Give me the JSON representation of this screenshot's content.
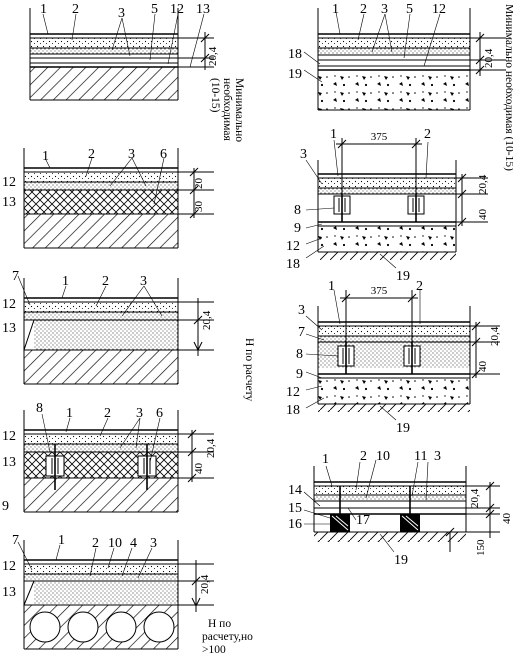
{
  "callouts": {
    "n1": "1",
    "n2": "2",
    "n3": "3",
    "n4": "4",
    "n5": "5",
    "n6": "6",
    "n7": "7",
    "n8": "8",
    "n9": "9",
    "n10": "10",
    "n11": "11",
    "n12": "12",
    "n13": "13",
    "n14": "14",
    "n15": "15",
    "n16": "16",
    "n17": "17",
    "n18": "18",
    "n19": "19"
  },
  "dimensions": {
    "d20_4": "20,4",
    "d30": "30",
    "d20": "20",
    "d40": "40",
    "d375": "375",
    "d150": "150"
  },
  "notes": {
    "min_required_a": "Минимально",
    "min_required_b": "необходимая",
    "min_required_c": "(10-15)",
    "min_required_single": "Минимально необходимая (10-15)",
    "h_calc": "H по расчету",
    "h_calc_min_a": "H по",
    "h_calc_min_b": "расчету,но",
    "h_calc_min_c": ">100"
  }
}
